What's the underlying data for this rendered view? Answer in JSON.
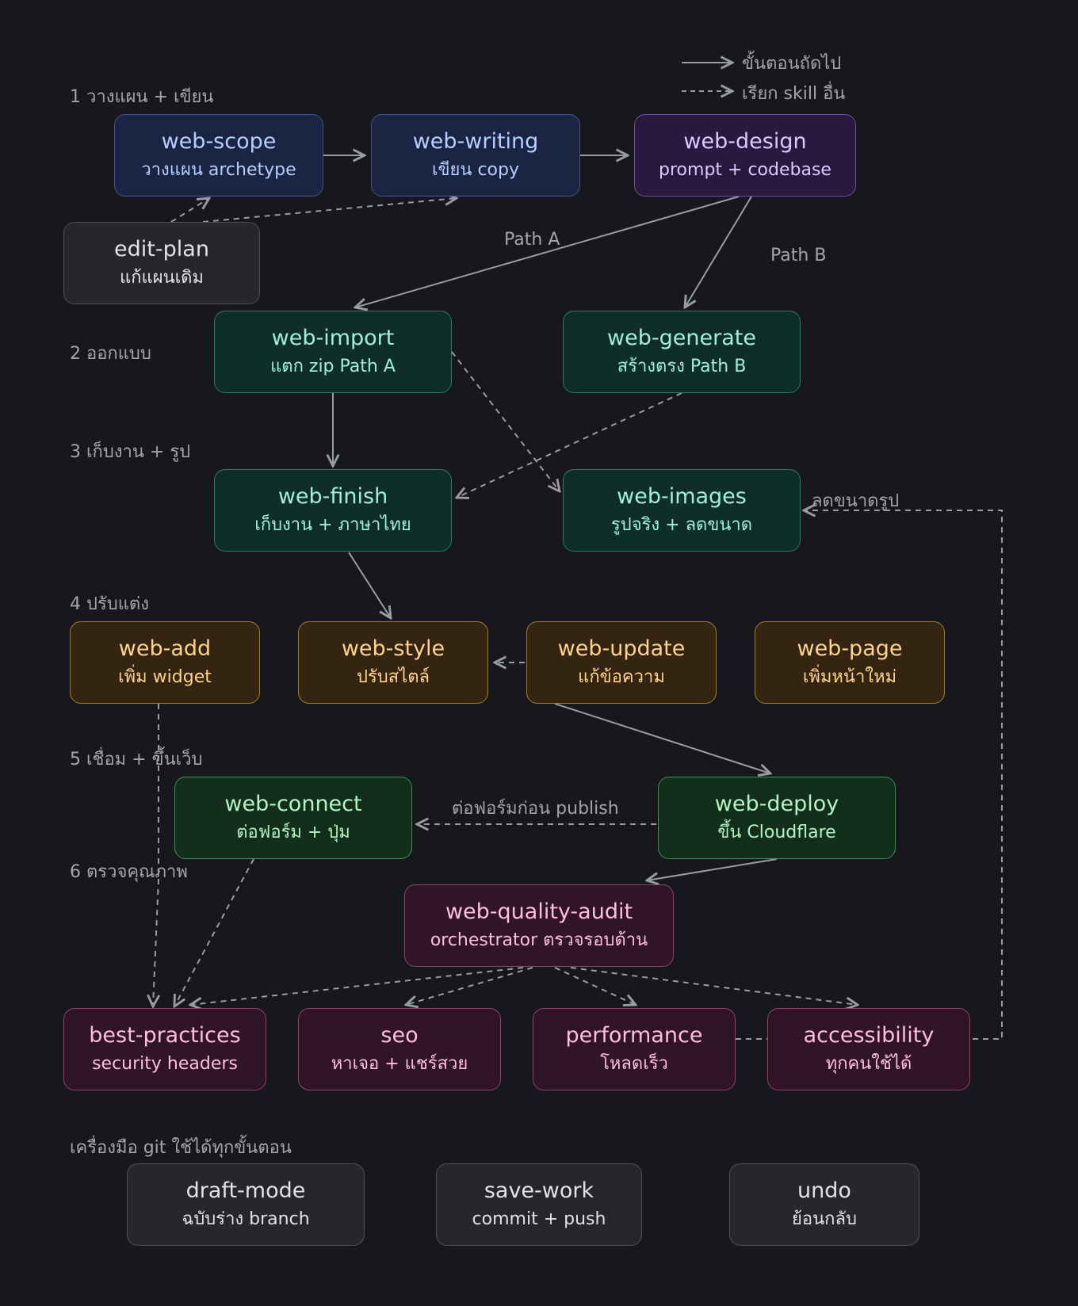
{
  "legend": {
    "solid": "ขั้นตอนถัดไป",
    "dashed": "เรียก skill อื่น"
  },
  "phases": {
    "p1": "1 วางแผน + เขียน",
    "p2": "2 ออกแบบ",
    "p3": "3 เก็บงาน + รูป",
    "p4": "4 ปรับแต่ง",
    "p5": "5 เชื่อม + ขึ้นเว็บ",
    "p6": "6 ตรวจคุณภาพ",
    "tools": "เครื่องมือ git ใช้ได้ทุกขั้นตอน"
  },
  "nodes": {
    "web_scope": {
      "title": "web-scope",
      "sub": "วางแผน archetype"
    },
    "web_writing": {
      "title": "web-writing",
      "sub": "เขียน copy"
    },
    "web_design": {
      "title": "web-design",
      "sub": "prompt + codebase"
    },
    "edit_plan": {
      "title": "edit-plan",
      "sub": "แก้แผนเดิม"
    },
    "web_import": {
      "title": "web-import",
      "sub": "แตก zip Path A"
    },
    "web_generate": {
      "title": "web-generate",
      "sub": "สร้างตรง Path B"
    },
    "web_finish": {
      "title": "web-finish",
      "sub": "เก็บงาน + ภาษาไทย"
    },
    "web_images": {
      "title": "web-images",
      "sub": "รูปจริง + ลดขนาด"
    },
    "web_add": {
      "title": "web-add",
      "sub": "เพิ่ม widget"
    },
    "web_style": {
      "title": "web-style",
      "sub": "ปรับสไตล์"
    },
    "web_update": {
      "title": "web-update",
      "sub": "แก้ข้อความ"
    },
    "web_page": {
      "title": "web-page",
      "sub": "เพิ่มหน้าใหม่"
    },
    "web_connect": {
      "title": "web-connect",
      "sub": "ต่อฟอร์ม + ปุ่ม"
    },
    "web_deploy": {
      "title": "web-deploy",
      "sub": "ขึ้น Cloudflare"
    },
    "web_quality_audit": {
      "title": "web-quality-audit",
      "sub": "orchestrator ตรวจรอบด้าน"
    },
    "best_practices": {
      "title": "best-practices",
      "sub": "security headers"
    },
    "seo": {
      "title": "seo",
      "sub": "หาเจอ + แชร์สวย"
    },
    "performance": {
      "title": "performance",
      "sub": "โหลดเร็ว"
    },
    "accessibility": {
      "title": "accessibility",
      "sub": "ทุกคนใช้ได้"
    },
    "draft_mode": {
      "title": "draft-mode",
      "sub": "ฉบับร่าง branch"
    },
    "save_work": {
      "title": "save-work",
      "sub": "commit + push"
    },
    "undo": {
      "title": "undo",
      "sub": "ย้อนกลับ"
    }
  },
  "edge_labels": {
    "path_a": "Path A",
    "path_b": "Path B",
    "resize": "ลดขนาดรูป",
    "form_before_publish": "ต่อฟอร์มก่อน publish"
  },
  "colors": {
    "background": "#17181c",
    "edge": "#9a9ca3",
    "label": "#a3a5ab"
  }
}
